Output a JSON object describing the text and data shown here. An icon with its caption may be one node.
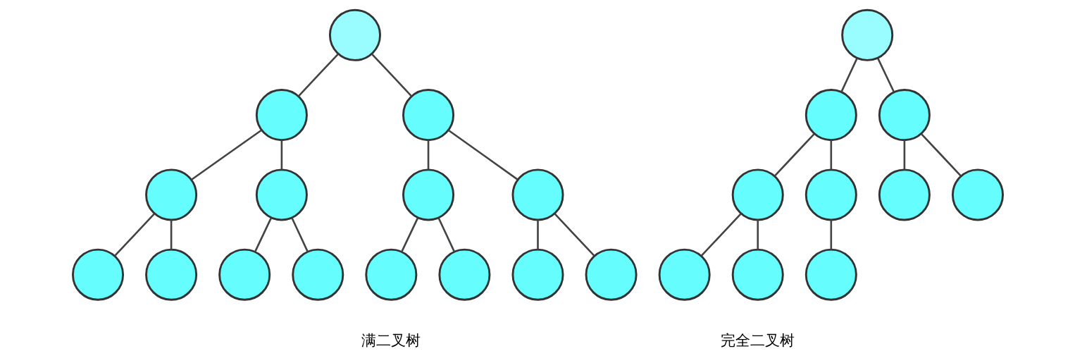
{
  "diagram": {
    "nodes": [
      {
        "text": [],
        "shape": "circle"
      },
      {
        "text": [],
        "shape": "circle"
      },
      {
        "text": [],
        "shape": "circle"
      },
      {
        "text": [],
        "shape": "circle"
      },
      {
        "text": [],
        "shape": "circle"
      },
      {
        "text": [],
        "shape": "circle"
      },
      {
        "text": [],
        "shape": "circle"
      },
      {
        "text": [],
        "shape": "circle"
      },
      {
        "text": [],
        "shape": "circle"
      },
      {
        "text": [],
        "shape": "circle"
      },
      {
        "text": [],
        "shape": "circle"
      },
      {
        "text": [],
        "shape": "circle"
      },
      {
        "text": [],
        "shape": "circle"
      },
      {
        "text": [],
        "shape": "circle"
      },
      {
        "text": [],
        "shape": "circle"
      },
      {
        "text": [],
        "shape": "circle"
      },
      {
        "text": [],
        "shape": "circle"
      },
      {
        "text": [],
        "shape": "circle"
      },
      {
        "text": [],
        "shape": "circle"
      },
      {
        "text": [],
        "shape": "circle"
      },
      {
        "text": [],
        "shape": "circle"
      },
      {
        "text": [],
        "shape": "circle"
      },
      {
        "text": [],
        "shape": "circle"
      },
      {
        "text": [],
        "shape": "circle"
      },
      {
        "text": [],
        "shape": "circle"
      }
    ],
    "edges": [
      {
        "from": 0,
        "to": 1,
        "arrow": "none"
      },
      {
        "from": 0,
        "to": 2,
        "arrow": "none"
      },
      {
        "from": 1,
        "to": 3,
        "arrow": "none"
      },
      {
        "from": 1,
        "to": 4,
        "arrow": "none"
      },
      {
        "from": 2,
        "to": 5,
        "arrow": "none"
      },
      {
        "from": 2,
        "to": 6,
        "arrow": "none"
      },
      {
        "from": 3,
        "to": 7,
        "arrow": "none"
      },
      {
        "from": 3,
        "to": 8,
        "arrow": "none"
      },
      {
        "from": 4,
        "to": 9,
        "arrow": "none"
      },
      {
        "from": 4,
        "to": 10,
        "arrow": "none"
      },
      {
        "from": 5,
        "to": 11,
        "arrow": "none"
      },
      {
        "from": 5,
        "to": 12,
        "arrow": "none"
      },
      {
        "from": 6,
        "to": 13,
        "arrow": "none"
      },
      {
        "from": 6,
        "to": 14,
        "arrow": "none"
      },
      {
        "from": 15,
        "to": 16,
        "arrow": "none"
      },
      {
        "from": 15,
        "to": 17,
        "arrow": "none"
      },
      {
        "from": 16,
        "to": 18,
        "arrow": "none"
      },
      {
        "from": 16,
        "to": 19,
        "arrow": "none"
      },
      {
        "from": 17,
        "to": 20,
        "arrow": "none"
      },
      {
        "from": 17,
        "to": 21,
        "arrow": "none"
      },
      {
        "from": 18,
        "to": 22,
        "arrow": "none"
      },
      {
        "from": 18,
        "to": 23,
        "arrow": "none"
      },
      {
        "from": 19,
        "to": 24,
        "arrow": "none"
      }
    ],
    "labels": [
      "满二叉树",
      "完全二叉树"
    ]
  }
}
